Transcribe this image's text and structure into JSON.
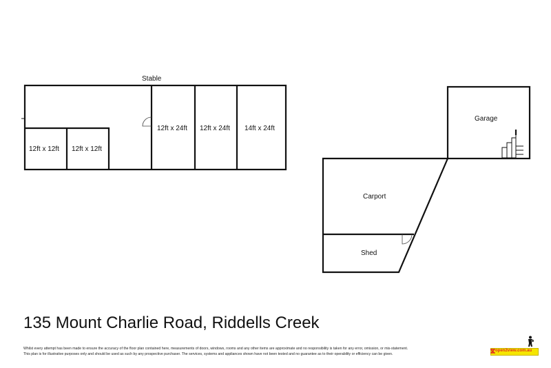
{
  "stable": {
    "title": "Stable",
    "rooms": {
      "box_a": "12ft x 12ft",
      "box_b": "12ft x 12ft",
      "bay_1": "12ft x 24ft",
      "bay_2": "12ft x 24ft",
      "bay_3": "14ft x 24ft"
    }
  },
  "outbuildings": {
    "garage": "Garage",
    "carport": "Carport",
    "shed": "Shed"
  },
  "address": "135 Mount Charlie Road, Riddells Creek",
  "disclaimer": {
    "line1": "Whilst every attempt has been made to ensure the accuracy of the floor plan contained here, measurements of doors, windows, rooms and any other items are approximate and no responsibility is taken for any error, omission, or mis-statement.",
    "line2": "This plan is for illustrative purposes only and should be used as such by any prospective purchaser. The services, systems and appliances shown have not been tested and no guarantee as to their operability or efficiency can be given."
  },
  "brand": {
    "text": "open2view.com.au",
    "colors": {
      "box": "#f5e500",
      "text": "#e03020"
    }
  }
}
